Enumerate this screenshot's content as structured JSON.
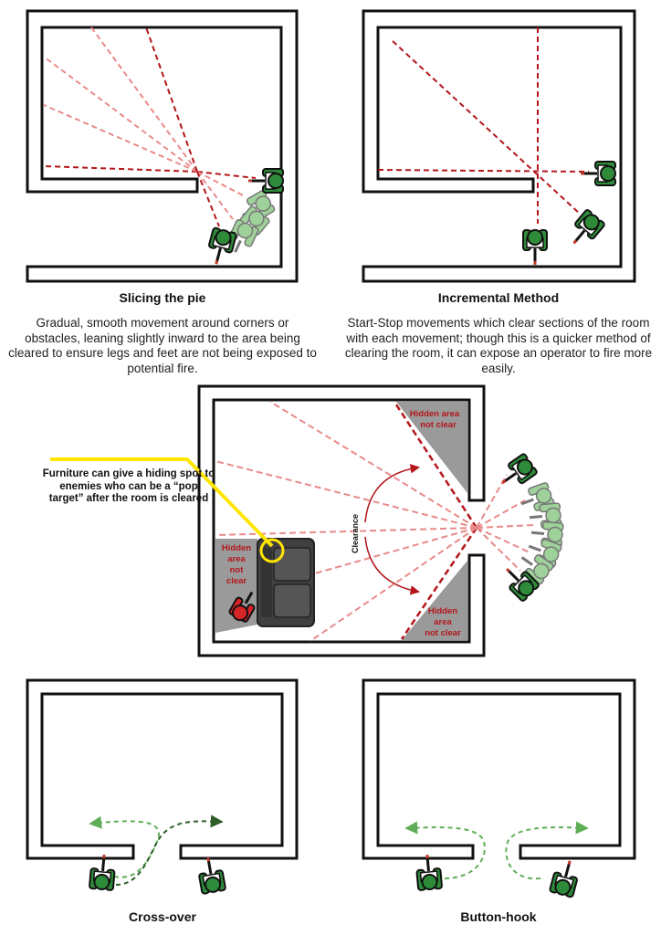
{
  "colors": {
    "wall": "#111111",
    "sightline_dark": "#b3161b",
    "sightline_light": "#e88a8a",
    "operator": "#2e8b3a",
    "operator_ghost": "#9fd29a",
    "enemy": "#d62428",
    "hidden_area": "#9a9a9a",
    "furniture": "#404040",
    "highlight": "#ffe600",
    "path_dark": "#2d5e2a",
    "path_light": "#5fae57"
  },
  "panels": {
    "slicing": {
      "title": "Slicing the pie",
      "description": "Gradual, smooth movement around corners or obstacles, leaning slightly inward to the area being cleared to ensure legs and feet are not being exposed to potential fire."
    },
    "incremental": {
      "title": "Incremental Method",
      "description": "Start-Stop movements which clear sections of the room with each movement; though this is a quicker method of clearing the room, it can expose an operator to fire more easily."
    },
    "center": {
      "callout": "Furniture can give a hiding spot to enemies who can be a “pop target” after the room is cleared",
      "hidden_top": [
        "Hidden area",
        "not clear"
      ],
      "hidden_bottom": [
        "Hidden",
        "area",
        "not clear"
      ],
      "hidden_left": [
        "Hidden",
        "area",
        "not",
        "clear"
      ],
      "clearance": "Clearance"
    },
    "crossover": {
      "title": "Cross-over"
    },
    "buttonhook": {
      "title": "Button-hook"
    }
  }
}
